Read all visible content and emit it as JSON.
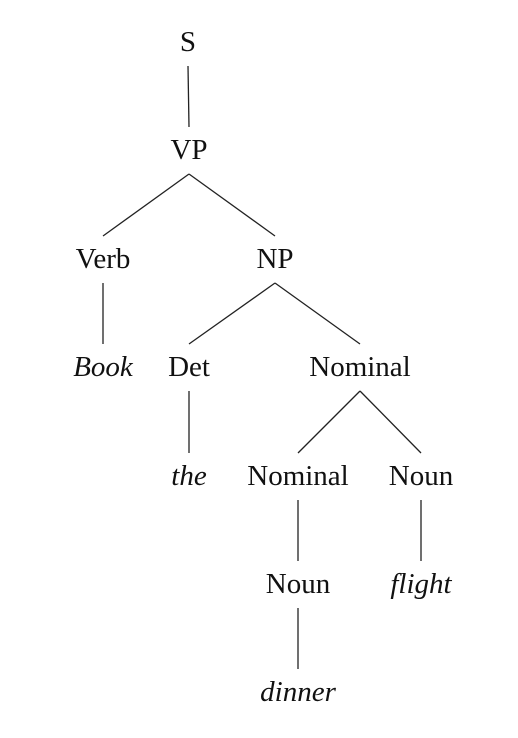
{
  "parse_tree": {
    "nodes": {
      "s": "S",
      "vp": "VP",
      "verb": "Verb",
      "np": "NP",
      "book": "Book",
      "det": "Det",
      "nominal_top": "Nominal",
      "the": "the",
      "nominal_inner": "Nominal",
      "noun_flight": "Noun",
      "noun_dinner": "Noun",
      "flight": "flight",
      "dinner": "dinner"
    },
    "edges": [
      [
        "s",
        "vp"
      ],
      [
        "vp",
        "verb"
      ],
      [
        "vp",
        "np"
      ],
      [
        "verb",
        "book"
      ],
      [
        "np",
        "det"
      ],
      [
        "np",
        "nominal_top"
      ],
      [
        "det",
        "the"
      ],
      [
        "nominal_top",
        "nominal_inner"
      ],
      [
        "nominal_top",
        "noun_flight"
      ],
      [
        "nominal_inner",
        "noun_dinner"
      ],
      [
        "noun_flight",
        "flight"
      ],
      [
        "noun_dinner",
        "dinner"
      ]
    ]
  }
}
